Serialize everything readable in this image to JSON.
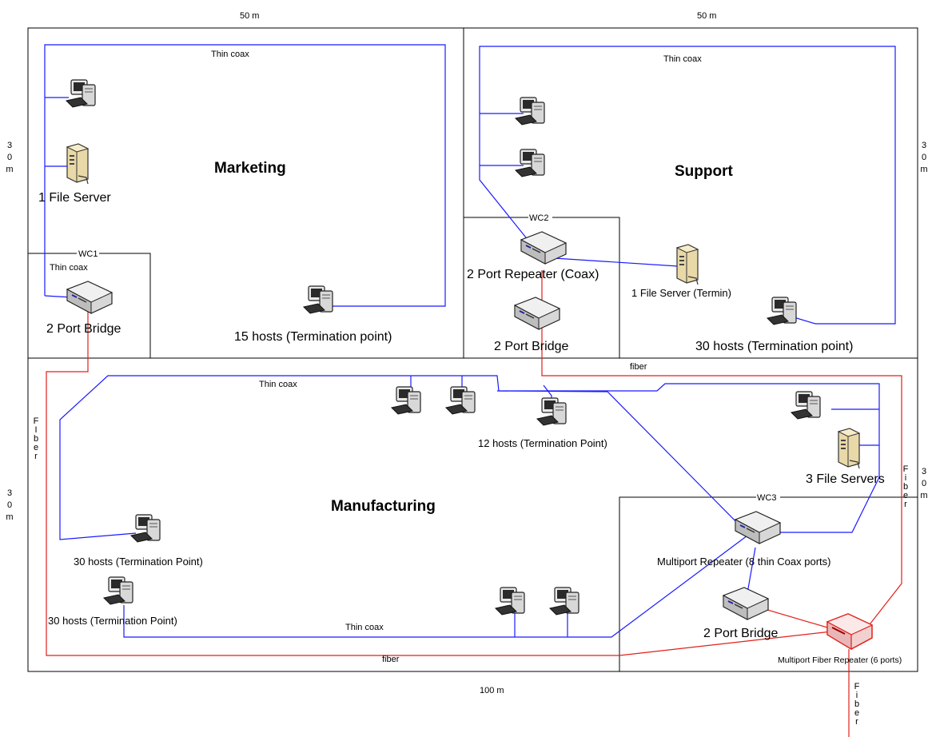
{
  "dimensions": {
    "top_left": "50 m",
    "top_right": "50 m",
    "bottom": "100 m",
    "left_top": "3\n0\nm",
    "right_top": "3\n0\nm",
    "left_bottom": "3\n0\nm",
    "right_bottom": "3\n0\nm"
  },
  "rooms": {
    "marketing": "Marketing",
    "support": "Support",
    "manufacturing": "Manufacturing"
  },
  "closets": {
    "wc1": "WC1",
    "wc2": "WC2",
    "wc3": "WC3"
  },
  "cables": {
    "thin_coax_marketing": "Thin coax",
    "thin_coax_wc1": "Thin coax",
    "thin_coax_support": "Thin coax",
    "thin_coax_mfg_top": "Thin coax",
    "thin_coax_mfg_bottom": "Thin coax",
    "fiber_top": "fiber",
    "fiber_bottom": "fiber",
    "fiber_left": "F\nI\nb\ne\nr",
    "fiber_right": "F\ni\nb\ne\nr",
    "fiber_out": "F\ni\nb\ne\nr"
  },
  "devices": {
    "mkt_file_server": "1 File Server",
    "mkt_bridge": "2 Port Bridge",
    "mkt_hosts": "15 hosts (Termination point)",
    "wc2_repeater": "2 Port Repeater (Coax)",
    "wc2_bridge": "2 Port Bridge",
    "sup_file_server": "1 File Server (Termin)",
    "sup_hosts": "30 hosts (Termination point)",
    "mfg_hosts_12": "12 hosts (Termination Point)",
    "mfg_file_servers": "3 File Servers",
    "mfg_hosts_30a": "30 hosts (Termination Point)",
    "mfg_hosts_30b": "30 hosts (Termination Point)",
    "wc3_multiport_repeater": "Multiport Repeater (8 thin Coax ports)",
    "wc3_bridge": "2 Port Bridge",
    "wc3_fiber_repeater": "Multiport Fiber Repeater (6 ports)"
  },
  "colors": {
    "coax": "#1a1aff",
    "fiber": "#e0201c",
    "wall": "#000000"
  }
}
